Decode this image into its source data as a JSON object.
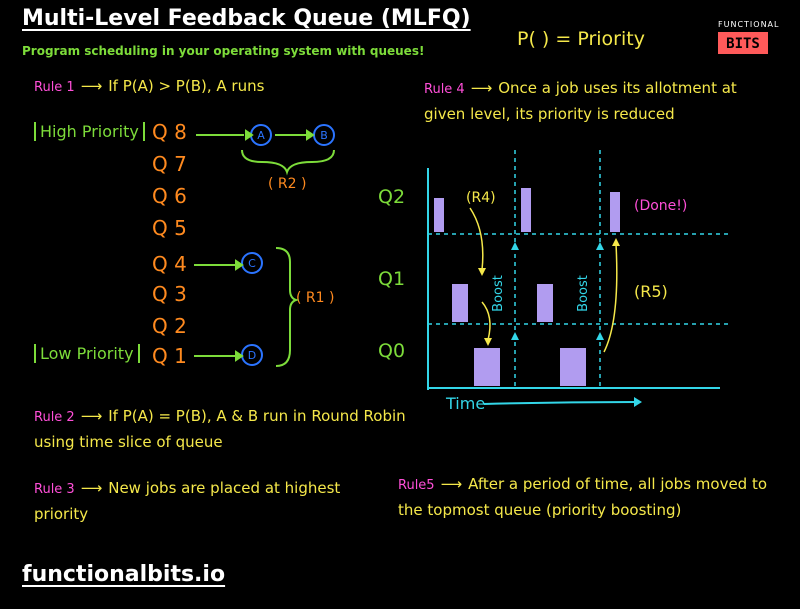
{
  "title": "Multi-Level Feedback Queue (MLFQ)",
  "subtitle": "Program scheduling in your operating system with queues!",
  "legend": "P( ) = Priority",
  "brand": {
    "top": "FUNCTIONAL",
    "logo": "BITS"
  },
  "footer": "functionalbits.io",
  "rules": [
    {
      "label": "Rule 1",
      "text": "If P(A) > P(B), A runs"
    },
    {
      "label": "Rule 2",
      "text": "If P(A) = P(B), A & B run in Round Robin using time slice of queue"
    },
    {
      "label": "Rule 3",
      "text": "New jobs are placed at highest priority"
    },
    {
      "label": "Rule 4",
      "text": "Once a job uses its allotment at given level, its priority is reduced"
    },
    {
      "label": "Rule5",
      "text": "After a period of time, all jobs moved to the topmost queue (priority boosting)"
    }
  ],
  "queues": [
    "Q 8",
    "Q 7",
    "Q 6",
    "Q 5",
    "Q 4",
    "Q 3",
    "Q 2",
    "Q 1"
  ],
  "high_priority": "High Priority",
  "low_priority": "Low Priority",
  "nodes": {
    "a": "A",
    "b": "B",
    "c": "C",
    "d": "D"
  },
  "r1": "( R1 )",
  "r2": "( R2 )",
  "diagram": {
    "levels": [
      "Q2",
      "Q1",
      "Q0"
    ],
    "r4": "(R4)",
    "r5": "(R5)",
    "done": "(Done!)",
    "boost": "Boost",
    "time": "Time"
  }
}
